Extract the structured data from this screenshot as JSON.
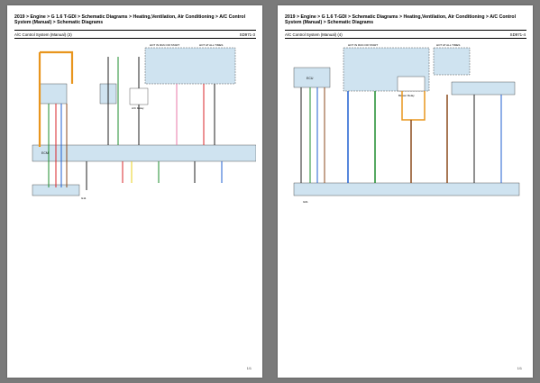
{
  "pages": [
    {
      "title": "2019 > Engine > G 1.6 T-GDI > Schematic Diagrams > Heating,Ventilation, Air Conditioning > A/C Control System (Manual) > Schematic Diagrams",
      "subtitle": "A/C Control System (Manual) (3)",
      "code": "SD971-3",
      "page_number": "1/1",
      "labels": {
        "box_top_left": "HOT IN RUN OR START",
        "box_top_right": "HOT AT ALL TIMES",
        "module_a": "ECM",
        "module_b": "A/C Relay",
        "ground": "G11"
      }
    },
    {
      "title": "2019 > Engine > G 1.6 T-GDI > Schematic Diagrams > Heating,Ventilation, Air Conditioning > A/C Control System (Manual) > Schematic Diagrams",
      "subtitle": "A/C Control System (Manual) (4)",
      "code": "SD971-4",
      "page_number": "1/1",
      "labels": {
        "box_top_left": "HOT IN RUN OR START",
        "box_top_right": "HOT AT ALL TIMES",
        "module_a": "ECU",
        "module_b": "Blower Relay",
        "ground": "G01"
      }
    }
  ],
  "colors": {
    "page_bg": "#ffffff",
    "viewer_bg": "#7a7a7a",
    "module_fill": "#cfe3f0",
    "wire_orange": "#e8951d",
    "wire_green": "#1e8c2e",
    "wire_blue": "#1f5fd0",
    "wire_red": "#d8262a",
    "wire_pink": "#e87aa8",
    "wire_brown": "#8b4a1c",
    "wire_yellow": "#e8d21d",
    "wire_black": "#222222"
  }
}
